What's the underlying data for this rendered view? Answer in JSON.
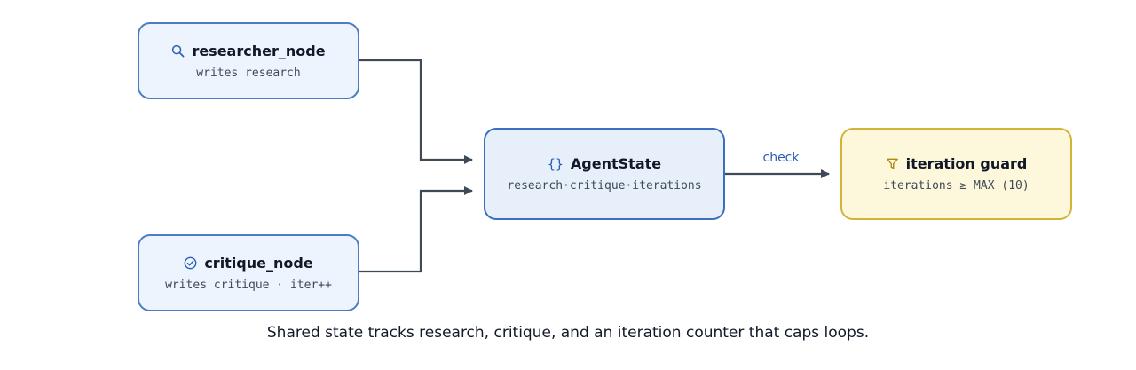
{
  "nodes": {
    "researcher": {
      "title": "researcher_node",
      "subtitle": "writes research",
      "icon": "magnifier-icon"
    },
    "critique": {
      "title": "critique_node",
      "subtitle": "writes critique · iter++",
      "icon": "check-circle-icon"
    },
    "state": {
      "title": "AgentState",
      "subtitle": "research·critique·iterations",
      "icon": "braces-icon",
      "icon_glyph": "{}"
    },
    "guard": {
      "title": "iteration guard",
      "subtitle": "iterations ≥ MAX (10)",
      "icon": "filter-icon"
    }
  },
  "edges": {
    "state_to_guard_label": "check"
  },
  "caption": "Shared state tracks research, critique, and an iteration counter that caps loops.",
  "colors": {
    "blue_border": "#4b7dc4",
    "blue_fill": "#eef4fd",
    "yellow_border": "#d2b43a",
    "yellow_fill": "#fdf7dc",
    "edge": "#3f4a57",
    "accent_text": "#2b5fb3"
  }
}
